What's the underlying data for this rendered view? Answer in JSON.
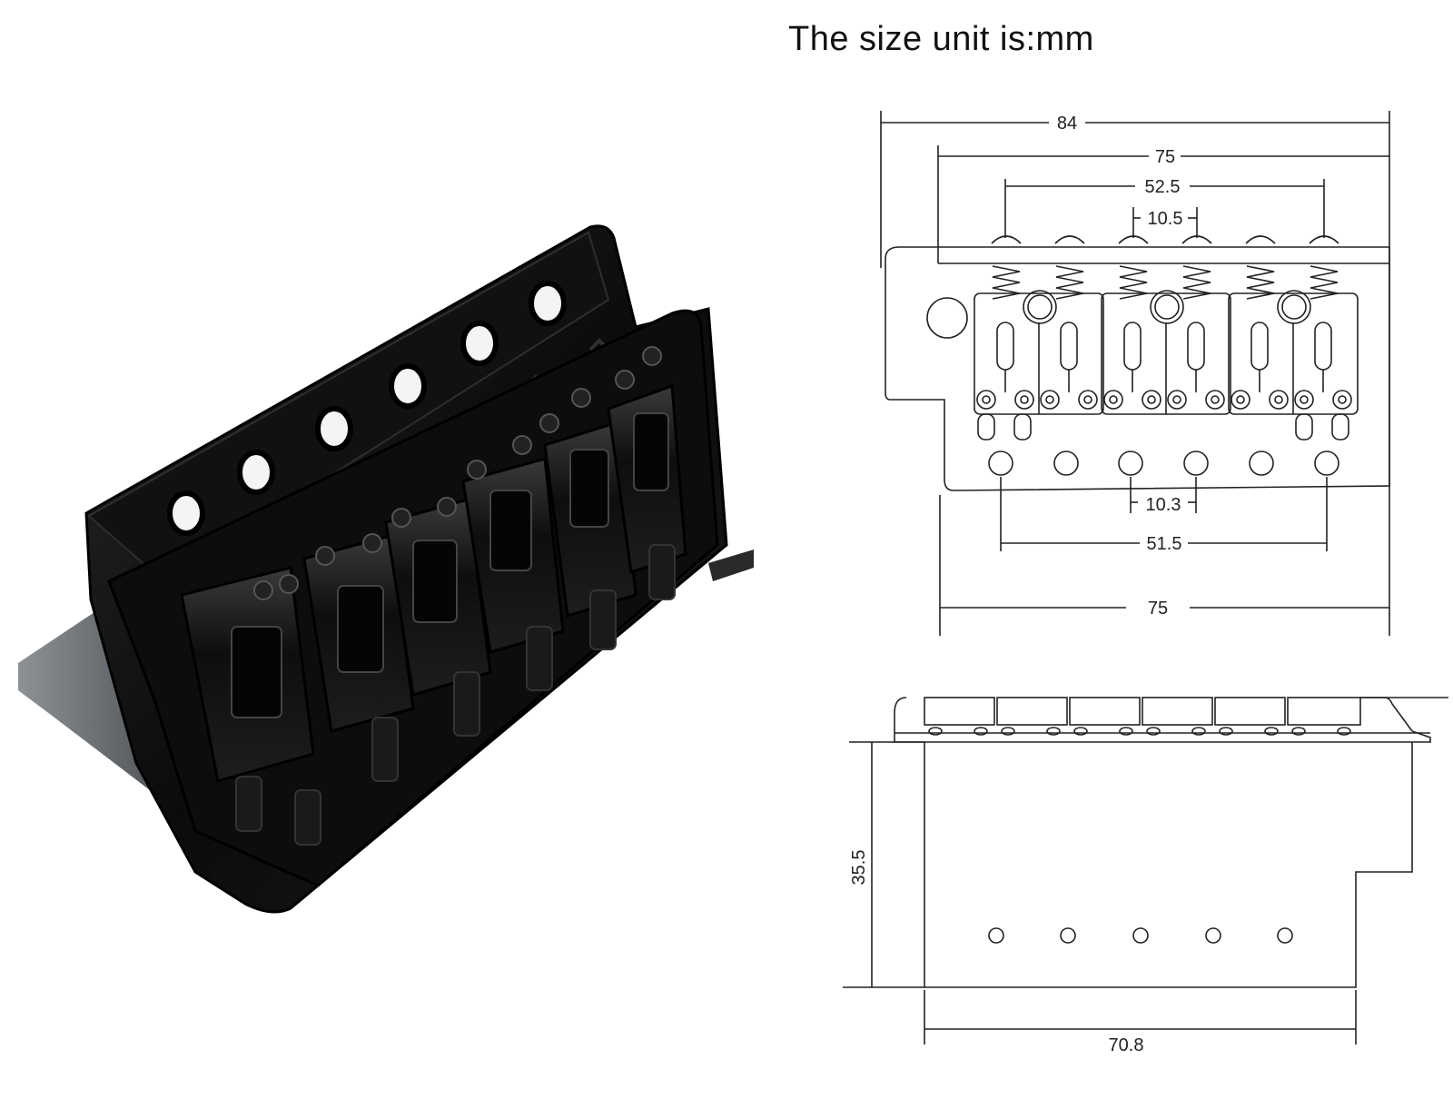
{
  "title": "The size unit is:mm",
  "dimensions": {
    "overall_width": "84",
    "top_width": "75",
    "saddle_screw_span": "52.5",
    "saddle_pitch": "10.5",
    "hole_pitch": "10.3",
    "hole_span": "51.5",
    "plate_width": "75",
    "block_height": "35.5",
    "block_width": "70.8"
  },
  "colors": {
    "product_black": "#0b0b0b",
    "tremolo_arm_plate": "#6f7478",
    "line": "#222222"
  }
}
